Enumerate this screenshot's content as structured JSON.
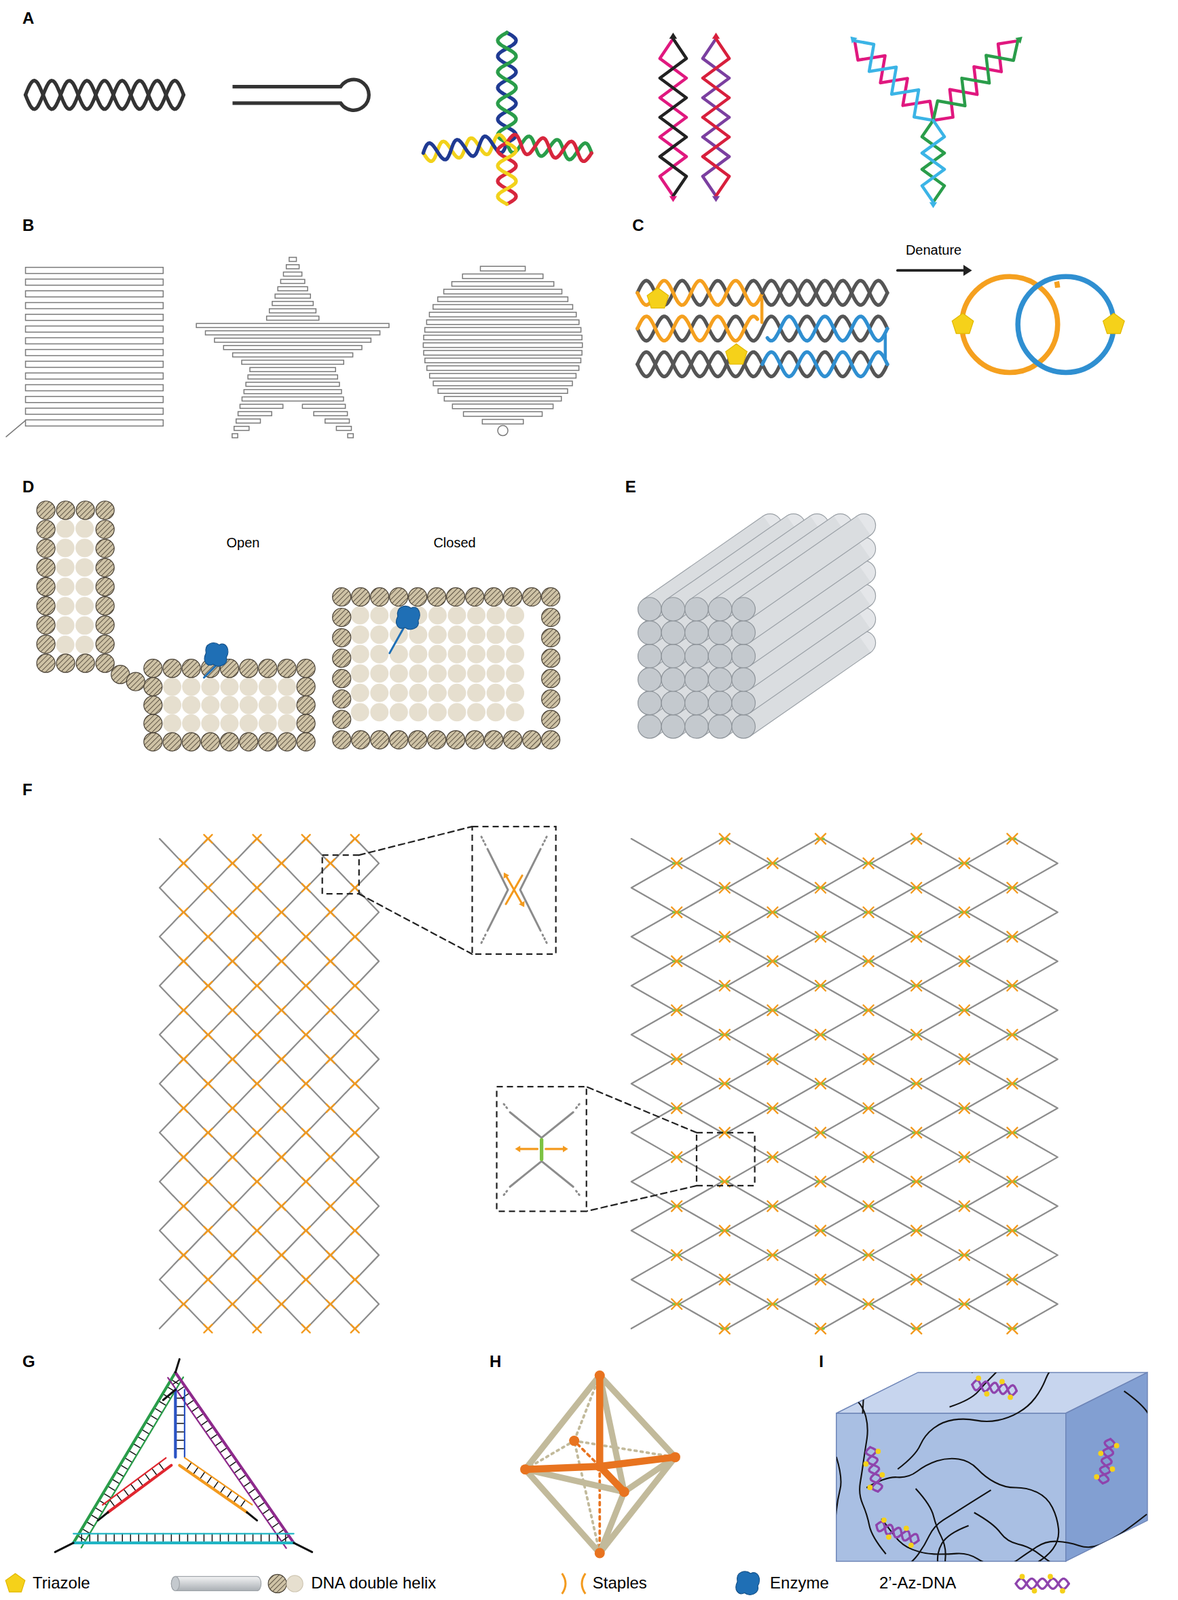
{
  "diagram": {
    "labels": [
      "A",
      "B",
      "C",
      "Denature",
      "D",
      "Open",
      "Closed",
      "E",
      "F",
      "G",
      "H",
      "I"
    ],
    "legend": [
      {
        "text": "Triazole"
      },
      {
        "text": "DNA double helix"
      },
      {
        "text": "Staples"
      },
      {
        "text": "Enzyme"
      },
      {
        "text": "2’-Az-DNA"
      }
    ]
  }
}
